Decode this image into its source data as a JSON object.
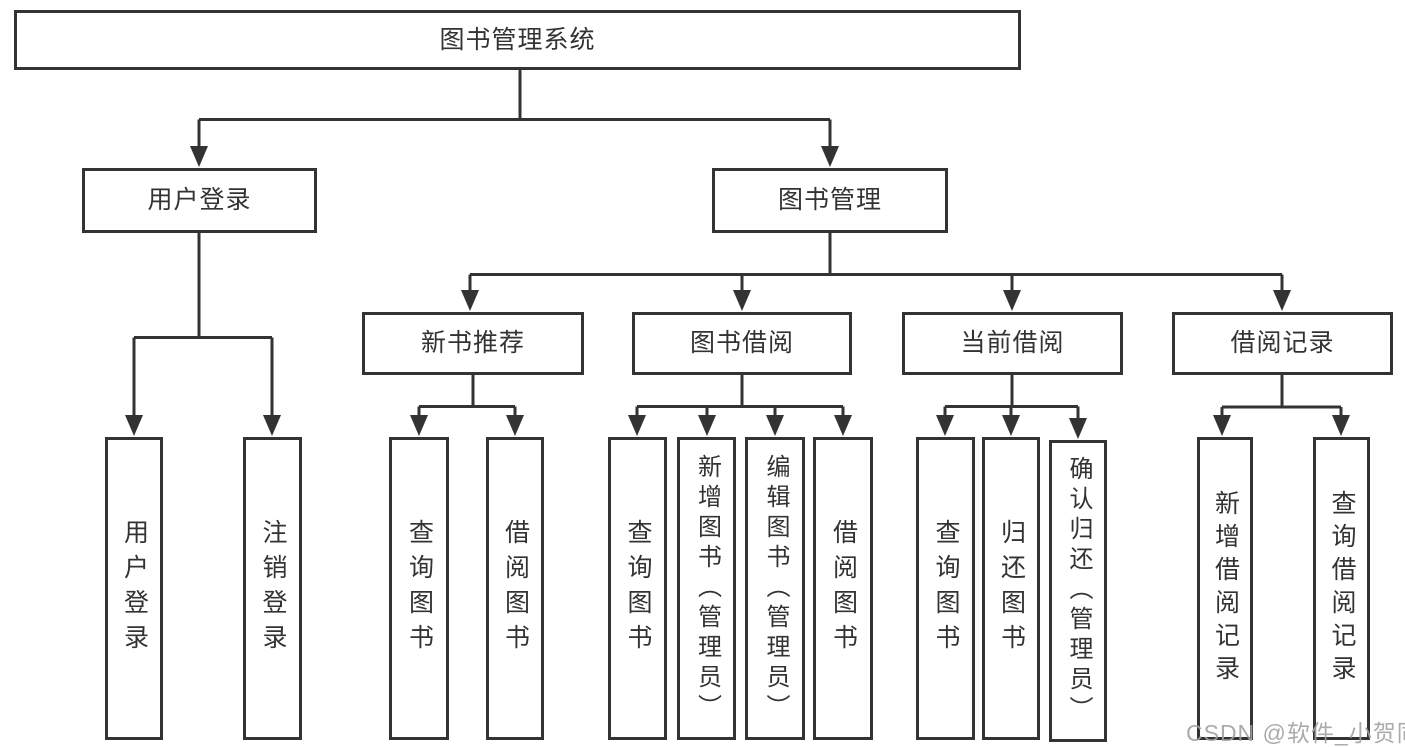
{
  "diagram": {
    "watermark": "CSDN @软件_小贺同学",
    "colors": {
      "line": "#333333",
      "text": "#333333",
      "watermark": "#a2a2a2",
      "background": "#ffffff"
    },
    "tree": {
      "root": {
        "label": "图书管理系统"
      },
      "branches": [
        {
          "label": "用户登录",
          "children": [
            {
              "label": "用户登录"
            },
            {
              "label": "注销登录"
            }
          ]
        },
        {
          "label": "图书管理",
          "children": [
            {
              "label": "新书推荐",
              "children": [
                {
                  "label": "查询图书"
                },
                {
                  "label": "借阅图书"
                }
              ]
            },
            {
              "label": "图书借阅",
              "children": [
                {
                  "label": "查询图书"
                },
                {
                  "label": "新增图书（管理员）"
                },
                {
                  "label": "编辑图书（管理员）"
                },
                {
                  "label": "借阅图书"
                }
              ]
            },
            {
              "label": "当前借阅",
              "children": [
                {
                  "label": "查询图书"
                },
                {
                  "label": "归还图书"
                },
                {
                  "label": "确认归还（管理员）"
                }
              ]
            },
            {
              "label": "借阅记录",
              "children": [
                {
                  "label": "新增借阅记录"
                },
                {
                  "label": "查询借阅记录"
                }
              ]
            }
          ]
        }
      ]
    }
  }
}
